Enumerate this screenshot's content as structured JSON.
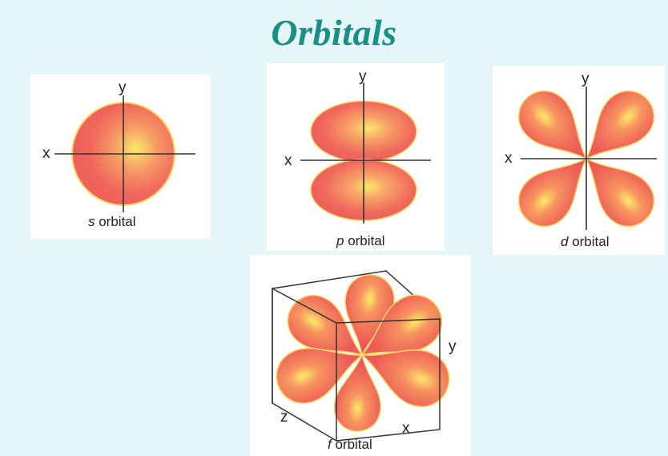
{
  "title": "Orbitals",
  "orbitals": {
    "s": {
      "letter": "s",
      "suffix": " orbital",
      "x_axis": "x",
      "y_axis": "y"
    },
    "p": {
      "letter": "p",
      "suffix": " orbital",
      "x_axis": "x",
      "y_axis": "y"
    },
    "d": {
      "letter": "d",
      "suffix": " orbital",
      "x_axis": "x",
      "y_axis": "y"
    },
    "f": {
      "letter": "f",
      "suffix": " orbital",
      "x_axis": "x",
      "y_axis": "y",
      "z_axis": "z"
    }
  },
  "colors": {
    "background": "#e4f6f8",
    "title": "#1a8f86",
    "lobe_edge": "#ec5a58",
    "lobe_mid": "#f57f62",
    "lobe_core": "#fbe96a"
  }
}
